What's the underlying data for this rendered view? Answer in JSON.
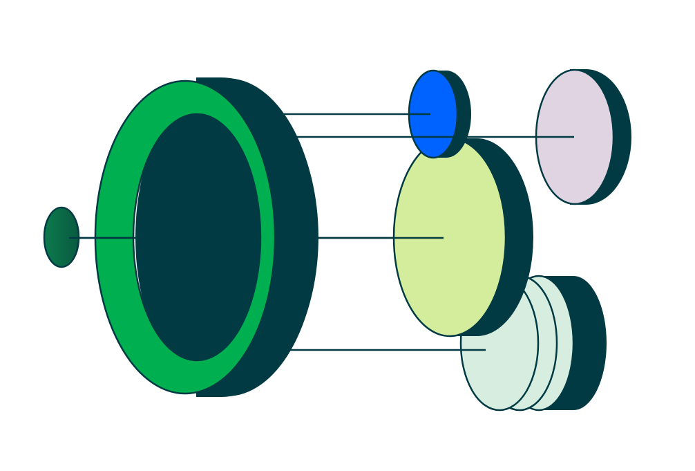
{
  "diagram": {
    "colors": {
      "background": "#ffffff",
      "dark_teal": "#023a43",
      "ring_green": "#00b050",
      "small_disc_green": "#0c7a4d",
      "blue_disc": "#0062ff",
      "lilac_disc": "#e0d4e3",
      "lime_disc": "#d4ed9c",
      "mint_disc": "#d6ede0"
    },
    "elements": [
      "small-green-disc",
      "large-green-ring",
      "blue-disc",
      "lilac-disc",
      "lime-disc",
      "mint-disc-stack"
    ]
  }
}
